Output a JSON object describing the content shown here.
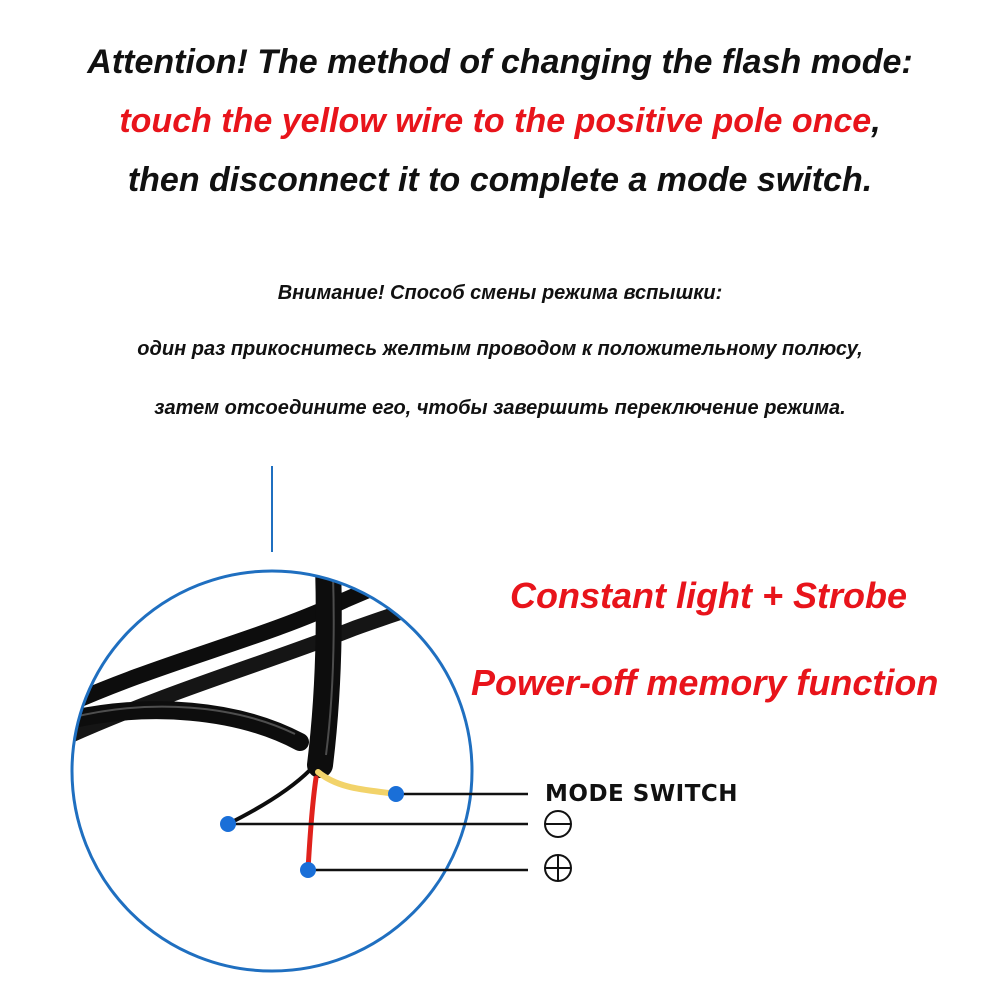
{
  "heading": {
    "line1": "Attention! The method of changing the flash mode:",
    "line2": "touch the yellow wire to the positive pole once",
    "line2_tail": ",",
    "line3": "then disconnect it to complete a mode switch."
  },
  "russian": {
    "line1": "Внимание! Способ смены режима вспышки:",
    "line2": "один раз прикоснитесь желтым проводом к положительному полюсу,",
    "line3": "затем отсоедините его, чтобы завершить переключение режима."
  },
  "features": {
    "item1": "Constant light + Strobe",
    "item2": "Power-off memory function"
  },
  "wires": {
    "mode_switch_label": "MODE SWITCH",
    "mode_switch_wire": "yellow",
    "negative_wire": "black",
    "positive_wire": "red"
  },
  "colors": {
    "text": "#111111",
    "highlight": "#e8141b",
    "accent": "#1f6fc0",
    "dot": "#1a6fd8",
    "yellow_wire": "#f2d36a",
    "red_wire": "#e0211c",
    "cable": "#0d0d0d"
  },
  "icons": {
    "negative": "minus-circle-icon",
    "positive": "plus-circle-icon"
  }
}
